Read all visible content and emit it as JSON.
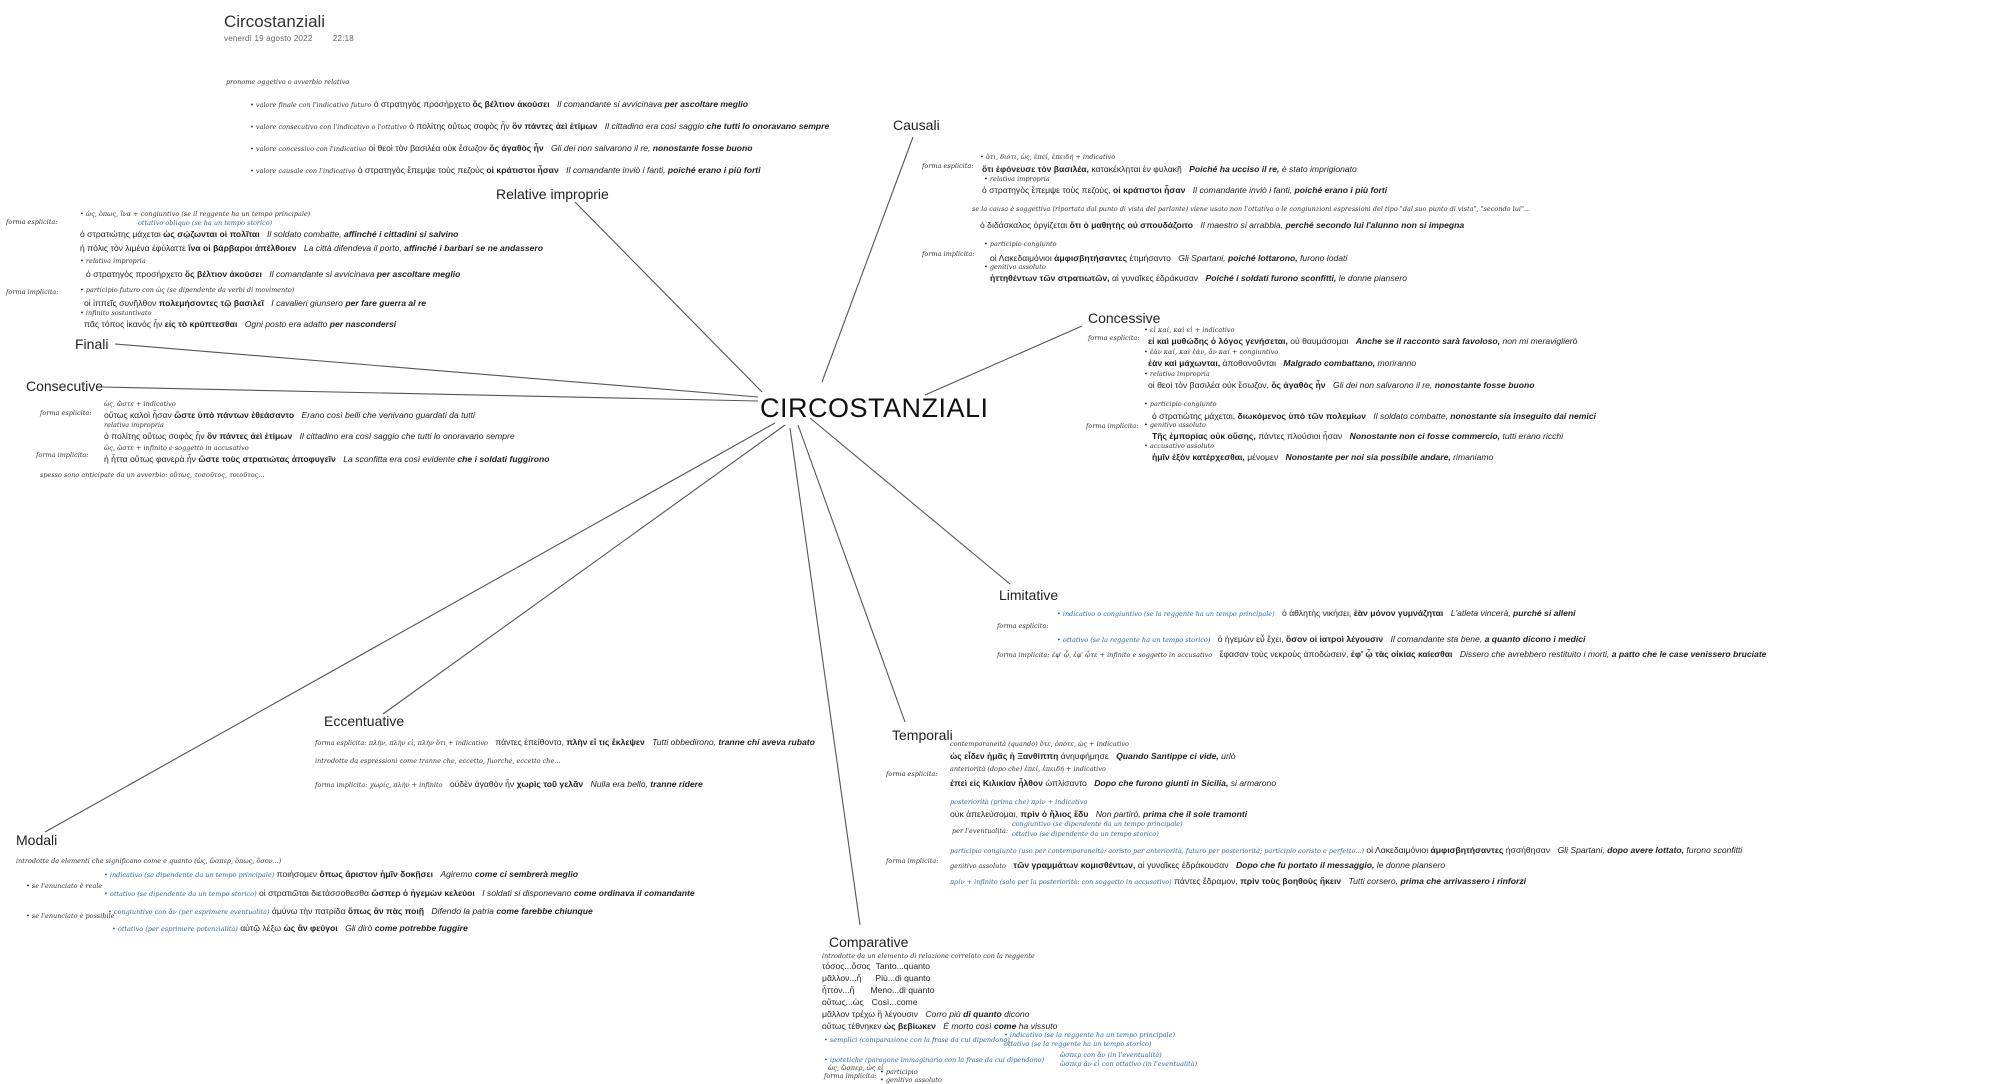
{
  "page": {
    "title": "Circostanziali",
    "date": "venerdì 19 agosto 2022",
    "time": "22:18"
  },
  "center": "CIRCOSTANZIALI",
  "branches": {
    "relative": "Relative improprie",
    "finali": "Finali",
    "consecutive": "Consecutive",
    "modali": "Modali",
    "eccentuative": "Eccentuative",
    "comparative": "Comparative",
    "temporali": "Temporali",
    "limitative": "Limitative",
    "concessive": "Concessive",
    "causali": "Causali"
  },
  "relative": {
    "intro": "pronome oggetivo o avverbio relativo",
    "lines": [
      {
        "note": "• valore finale con l'indicativo futuro",
        "greek": "ὁ στρατηγὸς προσήρχετο",
        "greek_b": "ὅς βέλτιον ἀκούσει",
        "it": "Il comandante si avvicinava",
        "it_b": "per ascoltare meglio"
      },
      {
        "note": "• valore consecutivo con l'indicativo o l'ottativo",
        "greek": "ὁ πολίτης οὕτως σοφὸς ἦν",
        "greek_b": "ὃν πάντες ἀεὶ ἐτίμων",
        "it": "Il cittadino era così saggio",
        "it_b": "che tutti lo onoravano sempre"
      },
      {
        "note": "• valore concessivo con l'indicativo",
        "greek": "οἱ θεοὶ τὸν βασιλέα οὐκ ἔσωζον",
        "greek_b": "ὅς ἀγαθὸς ἦν",
        "it": "Gli dei non salvarono il re,",
        "it_b": "nonostante fosse buono"
      },
      {
        "note": "• valore causale con l'indicativo",
        "greek": "ὁ στρατηγὸς ἔπεμψε τοὺς πεζοὺς",
        "greek_b": "οἱ κράτιστοι ἦσαν",
        "it": "Il comandante inviò i fanti,",
        "it_b": "poiché erano i più forti"
      }
    ]
  },
  "finali": {
    "esplicita_label": "forma esplicita:",
    "esp_notes": [
      "• ὡς, ὅπως, ἵνα + congiuntivo (se il reggente ha un tempo principale)",
      "ottativo obliquo (se ha un tempo storico)"
    ],
    "esp_lines": [
      {
        "greek": "ὁ στρατιώτης μάχεται",
        "greek_b": "ὡς σῴζωνται οἱ πολῖται",
        "it": "Il soldato combatte,",
        "it_b": "affinché i cittadini si salvino"
      },
      {
        "greek": "ἡ πόλις τὸν λιμένα ἐφύλαττε",
        "greek_b": "ἵνα οἱ βάρβαροι ἀπέλθοιεν",
        "it": "La città difendeva il porto,",
        "it_b": "affinché i barbari se ne andassero"
      }
    ],
    "relativa_note": "• relativa impropria",
    "relativa_line": {
      "greek": "ὁ στρατηγὸς προσήρχετο",
      "greek_b": "ὅς βέλτιον ἀκούσει",
      "it": "Il comandante si avvicinava",
      "it_b": "per ascoltare meglio"
    },
    "implicita_label": "forma implicita:",
    "imp_notes": [
      "• participio futuro con ὡς (se dipendente da verbi di movimento)",
      "• infinito sostantivato"
    ],
    "imp_lines": [
      {
        "greek": "οἱ ἱππεῖς συνῆλθον",
        "greek_b": "πολεμήσοντες τῷ βασιλεῖ",
        "it": "I cavalieri giunsero",
        "it_b": "per fare guerra al re"
      },
      {
        "greek": "πᾶς τόπος ἱκανὸς ἦν",
        "greek_b": "εἰς τὸ κρύπτεσθαι",
        "it": "Ogni posto era adatto",
        "it_b": "per nascondersi"
      }
    ]
  },
  "consecutive": {
    "esplicita_label": "forma esplicita:",
    "esp_notes": [
      "ὡς, ὥστε + indicativo",
      "relativa impropria"
    ],
    "esp_lines": [
      {
        "greek": "οὕτως καλοὶ ἦσαν",
        "greek_b": "ὥστε ὑπὸ πάντων ἐθεάσαντο",
        "it": "Erano così belli che venivano guardati da tutti",
        "it_b": ""
      },
      {
        "greek": "ὁ πολίτης οὕτως σοφὸς ἦν",
        "greek_b": "ὃν πάντες ἀεὶ ἐτίμων",
        "it": "Il cittadino era così saggio che tutti lo onoravano sempre",
        "it_b": ""
      }
    ],
    "implicita_label": "forma implicita:",
    "imp_notes": [
      "ὡς, ὥστε + infinito e soggetto in accusativo"
    ],
    "imp_lines": [
      {
        "greek": "ἡ ἧττα οὕτως φανερὰ ἦν",
        "greek_b": "ὥστε τοὺς στρατιώτας ἀποφυγεῖν",
        "it": "La sconfitta era così evidente",
        "it_b": "che i soldati fuggirono"
      }
    ],
    "footer": "spesso sono anticipate da un avverbio: οὕτως, τοσοῦτος, τοιοῦτος..."
  },
  "modali": {
    "intro": "introdotte da elementi che significano come e quanto (ὡς, ὥσπερ, ὅπως, ὅσον...)",
    "reale_label": "• se l'enunciato è reale",
    "reale_items": [
      {
        "note": "• indicativo (se dipendente da un tempo principale)",
        "greek": "ποιήσομεν",
        "greek_b": "ὅπως ἄριστον ἡμῖν δοκῇσει",
        "it": "Agiremo",
        "it_b": "come ci sembrerà meglio"
      },
      {
        "note": "• ottativo (se dipendente da un tempo storico)",
        "greek": "οἱ στρατιῶται διετάσσοθεσθα",
        "greek_b": "ὥσπερ ὁ ἡγεμὼν κελεύοι",
        "it": "I soldati si disponevano",
        "it_b": "come ordinava il comandante"
      },
      {
        "note": "• congiuntivo con ἄν (per esprimere eventualità)",
        "greek": "ἀμύνω τὴν πατρίδα",
        "greek_b": "ὅπως ἂν πὰς ποιῇ",
        "it": "Difendo la patria",
        "it_b": "come farebbe chiunque"
      }
    ],
    "possibile_label": "• se l'enunciato è possibile",
    "possibile_item": {
      "note": "• ottativo (per esprimere potenzialità)",
      "greek": "αὐτῷ λέξω",
      "greek_b": "ὡς ἂν φεύγοι",
      "it": "Gli dirò",
      "it_b": "come potrebbe fuggire"
    }
  },
  "eccentuative": {
    "esplicita_label": "forma esplicita:",
    "esp_note": "πλήν, πλὴν εἰ, πλὴν ὅτι + indicativo",
    "esp_line": {
      "greek": "πάντες ἐπείθοντο,",
      "greek_b": "πλὴν εἴ τις ἔκλεψεν",
      "it": "Tutti obbedirono,",
      "it_b": "tranne chi aveva rubato"
    },
    "middle": "introdotte da espressioni come tranne che, eccetto, fuorché, eccetto che...",
    "implicita_label": "forma implicita:",
    "imp_note": "χωρίς, πλήν + infinito",
    "imp_line": {
      "greek": "οὐδὲν ἀγαθὸν ἦν",
      "greek_b": "χωρὶς τοῦ γελᾶν",
      "it": "Nulla era bello,",
      "it_b": "tranne ridere"
    }
  },
  "comparative": {
    "intro": "introdotte da un elemento di relazione correlato con la reggente",
    "pairs": [
      {
        "gr": "τόσος...ὅσος",
        "it": "Tanto...quanto"
      },
      {
        "gr": "μᾶλλον...ἤ",
        "it": "Più...di quanto"
      },
      {
        "gr": "ἧττον...ἤ",
        "it": "Meno...di quanto"
      },
      {
        "gr": "οὕτως...ὡς",
        "it": "Così...come"
      }
    ],
    "examples": [
      {
        "greek": "μᾶλλον τρέχω",
        "greek_b": "ἢ λέγουσιν",
        "it": "Corro più",
        "it_b": "di quanto",
        "it_c": "dicono"
      },
      {
        "greek": "οὕτως τέθνηκεν",
        "greek_b": "ὡς βεβίωκεν",
        "it": "È morto così",
        "it_b": "come",
        "it_c": "ha vissuto"
      }
    ],
    "reali_label": "• semplici (comparazione con la frase da cui dipendono)",
    "reali_branches": [
      "• indicativo (se la reggente ha un tempo principale)",
      "ottativo (se la reggente ha un tempo storico)"
    ],
    "ipotetiche_label": "• ipotetiche (paragone immaginario con la frase da cui dipendono)",
    "ipotetiche_branches": [
      "ὥσπερ con ἄν (in l'eventualità)",
      "ὥσπερ ἂν εἰ con ottativo (in l'eventualità)"
    ],
    "leggi": "ὡς, ὥσπερ, ὡς εἰ",
    "implicita_label": "forma implicita:",
    "imp_items": [
      "• participio",
      "• genitivo assoluto"
    ]
  },
  "temporali": {
    "intro": "contemporaneità (quando) ὅτε, ὁπότε, ὡς + indicativo",
    "ex1": {
      "greek": "ὡς εἶδεν ἡμᾶς ἡ Ξανθίππη",
      "greek_b": "",
      "tr": "ἀνηυφήμησε",
      "it": "Quando Santippe ci vide,",
      "it_b": "urlò"
    },
    "esplicita_label": "forma esplicita:",
    "ant_note": "anteriorità (dopo che) ἐπεί, ἐπειδή + indicativo",
    "ex2": {
      "greek": "ἐπεὶ εἰς Κιλικίαν ἦλθον",
      "tr": "ὡπλίσαντο",
      "it": "Dopo che furono giunti in Sicilia,",
      "it_b": "si armarono"
    },
    "post_note": "posteriorità (prima che) πρίν + indicativo",
    "ex3": {
      "greek": "οὐκ ἀπελεύσομαι,",
      "greek_b": "πρὶν ὁ ἥλιος ἔδυ",
      "it": "Non partirò,",
      "it_b": "prima che il sole tramonti"
    },
    "eventualita_label": "per l'eventualità:",
    "eventualita_branches": [
      "congiuntivo (se dipendente da un tempo principale)",
      "ottativo (se dipendente da un tempo storico)"
    ],
    "implicita_label": "forma implicita:",
    "imp_notes": [
      {
        "note": "participio congiunto (uso per contemporaneità: aoristo per anteriorità, futuro per posteriorità; participio aoristo e perfetto...)",
        "greek": "οἱ Λακεδαιμόνιοι",
        "greek_b": "ἀμφισβητήσαντες",
        "tr": "ἠσσήθησαν",
        "it": "Gli Spartani,",
        "it_b": "dopo avere lottato,",
        "it_c": "furono sconfitti"
      },
      {
        "note": "genitivo assoluto",
        "greek": "",
        "greek_b": "τῶν γραμμάτων κομισθέντων,",
        "tr": "αἱ γυναῖκες ἐδράκουσαν",
        "it": "",
        "it_b": "Dopo che fu portato il messaggio,",
        "it_c": "le donne piansero"
      },
      {
        "note": "πρίν + infinito (solo per la posteriorità: con soggetto in accusativo)",
        "greek": "πάντες ἔδραμον,",
        "greek_b": "πρὶν τοὺς βοηθοὺς ἥκειν",
        "tr": "",
        "it": "Tutti corsero,",
        "it_b": "prima che arrivassero i rinforzi",
        "it_c": ""
      }
    ]
  },
  "limitative": {
    "esplicita_label": "forma esplicita:",
    "esp_items": [
      {
        "note": "• indicativo o congiuntivo (se la reggente ha un tempo principale)",
        "greek": "ὁ ἀθλητὴς νικήσει,",
        "greek_b": "ἐὰν μόνον γυμνάζηται",
        "it": "L'atleta vincerà,",
        "it_b": "purché si alleni"
      },
      {
        "note": "• ottativo (se la reggente ha un tempo storico)",
        "greek": "ὁ ἡγεμὼν εὖ ἔχει,",
        "greek_b": "ὅσον οἱ ἰατροὶ λέγουσιν",
        "it": "Il comandante sta bene,",
        "it_b": "a quanto dicono i medici"
      }
    ],
    "implicita_label": "forma implicita:",
    "imp_note": "ἐφ' ᾧ, ἐφ' ᾧτε + infinito e soggetto in accusativo",
    "imp_line": {
      "greek": "ἔφασαν τοὺς νεκροὺς ἀποδώσειν,",
      "greek_b": "ἐφ' ᾧ τὰς οἰκίας καίεσθαι",
      "it": "Dissero che avrebbero restituito i morti,",
      "it_b": "a patto che le case venissero bruciate"
    }
  },
  "concessive": {
    "esplicita_label": "forma esplicita:",
    "esp_items": [
      {
        "note": "• εἰ καί, καὶ εἰ + indicativo",
        "greek": "",
        "greek_b": "εἰ καὶ μυθώδης ὁ λόγος γενήσεται,",
        "tr": "οὐ θαυμάσομαι",
        "it": "",
        "it_b": "Anche se il racconto sarà favoloso,",
        "it_c": "non mi meraviglierò"
      },
      {
        "note": "• ἐὰν καί, καὶ ἐὰν, ἄν καί + congiuntivo",
        "greek": "",
        "greek_b": "ἐὰν καὶ μάχωνται,",
        "tr": "ἀποθανοῦνται",
        "it": "",
        "it_b": "Malgrado combattano,",
        "it_c": "moriranno"
      },
      {
        "note": "• relativa impropria",
        "greek": "οἱ θεοὶ τὸν βασιλέα οὐκ ἔσωζον,",
        "greek_b": "ὅς ἀγαθὸς ἦν",
        "tr": "",
        "it": "Gli dei non salvarono il re,",
        "it_b": "nonostante fosse buono",
        "it_c": ""
      }
    ],
    "implicita_label": "forma implicita:",
    "imp_items": [
      {
        "note": "• participio congiunto",
        "greek": "ὁ στρατιώτης μάχεται,",
        "greek_b": "διωκόμενος ὑπὸ τῶν πολεμίων",
        "tr": "",
        "it": "Il soldato combatte,",
        "it_b": "nonostante sia inseguito dai nemici",
        "it_c": ""
      },
      {
        "note": "• genitivo assoluto",
        "greek": "",
        "greek_b": "Τῆς ἐμπορίας οὐκ οὔσης,",
        "tr": "πάντες πλούσιοι ἦσαν",
        "it": "",
        "it_b": "Nonostante non ci fosse commercio,",
        "it_c": "tutti erano ricchi"
      },
      {
        "note": "• accusativo assoluto",
        "greek": "",
        "greek_b": "ἡμῖν ἐξὸν κατέρχεσθαι,",
        "tr": "μένομεν",
        "it": "",
        "it_b": "Nonostante per noi sia possibile andare,",
        "it_c": "rimaniamo"
      }
    ]
  },
  "causali": {
    "esplicita_label": "forma esplicita:",
    "esp_note": "• ὅτι, διότι, ὡς, ἐπεί, ἐπειδή + indicativo",
    "esp_line": {
      "greek_b": "ὅτι ἐφόνευσε τὸν βασιλέα,",
      "tr": "κατακέκλῃται ἐν φυλακῇ",
      "it_b": "Poiché ha ucciso il re,",
      "it_c": "è stato imprigionato"
    },
    "relativa_note": "• relativa impropria",
    "relativa_line": {
      "greek": "ὁ στρατηγὸς ἔπεμψε τοὺς πεζοὺς,",
      "greek_b": "οἱ κράτιστοι ἦσαν",
      "it": "Il comandante inviò i fanti,",
      "it_b": "poiché erano i più forti"
    },
    "soggettiva_note": "se la causa è soggettiva (riportata dal punto di vista del parlante) viene usato non l'ottativo o le congiunzioni espressioni del tipo \"dal suo punto di vista\", \"secondo lui\"...",
    "soggettiva_line": {
      "greek": "ὁ διδάσκαλος ὀργίζεται",
      "greek_b": "ὅτι ὁ μαθητὴς οὐ σπουδάζοιτο",
      "it": "Il maestro si arrabbia,",
      "it_b": "perché secondo lui l'alunno non si impegna"
    },
    "implicita_label": "forma implicita:",
    "imp_notes": [
      "• participio congiunto",
      "• genitivo assoluto"
    ],
    "imp_lines": [
      {
        "greek": "οἱ Λακεδαιμόνιοι",
        "greek_b": "ἀμφισβητήσαντες",
        "tr": "ἐτιμήσαντο",
        "it": "Gli Spartani,",
        "it_b": "poiché lottarono,",
        "it_c": "furono lodati"
      },
      {
        "greek": "",
        "greek_b": "ἡττηθέντων τῶν στρατιωτῶν,",
        "tr": "αἱ γυναῖκες ἐδράκυσαν",
        "it": "",
        "it_b": "Poiché i soldati furono sconfitti,",
        "it_c": "le donne piansero"
      }
    ]
  }
}
